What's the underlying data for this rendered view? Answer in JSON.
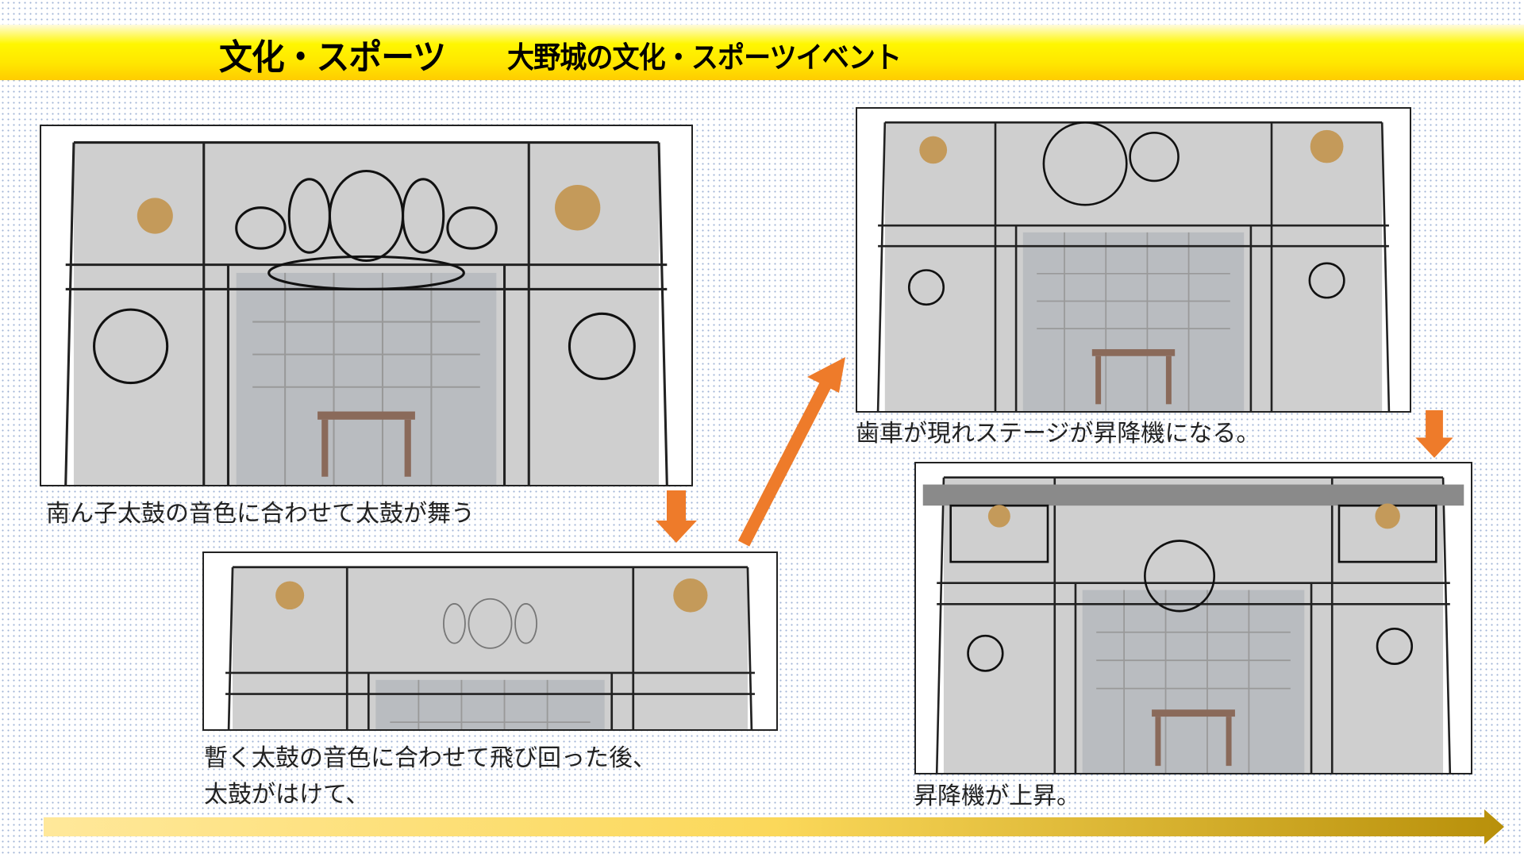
{
  "header": {
    "title": "文化・スポーツ",
    "subtitle": "大野城の文化・スポーツイベント"
  },
  "panels": [
    {
      "caption": "南ん子太鼓の音色に合わせて太鼓が舞う"
    },
    {
      "caption_line1": "暫く太鼓の音色に合わせて飛び回った後、",
      "caption_line2": "太鼓がはけて、"
    },
    {
      "caption": "歯車が現れステージが昇降機になる。"
    },
    {
      "caption": "昇降機が上昇。"
    }
  ],
  "colors": {
    "arrow": "#ee7b2a",
    "timeline_start": "#ffe89a",
    "timeline_end": "#b8900a",
    "header": "#ffe600"
  }
}
